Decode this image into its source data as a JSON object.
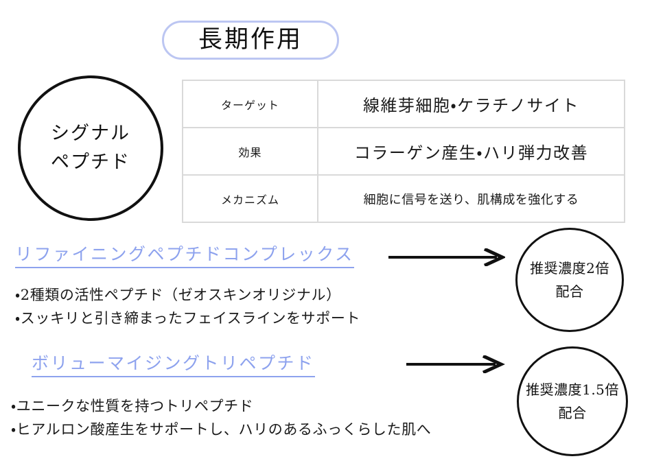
{
  "title": {
    "text": "長期作用"
  },
  "badge": {
    "line1": "シグナル",
    "line2": "ペプチド"
  },
  "table": {
    "rows": [
      {
        "label": "ターゲット",
        "value": "線維芽細胞・ケラチノサイト"
      },
      {
        "label": "効果",
        "value": "コラーゲン産生・ハリ弾力改善"
      },
      {
        "label": "メカニズム",
        "value": "細胞に信号を送り、肌構成を強化する"
      }
    ]
  },
  "sections": [
    {
      "heading": "リファイニングペプチドコンプレックス",
      "bullets": [
        "・2種類の活性ペプチド（ゼオスキンオリジナル）",
        "・スッキリと引き締まったフェイスラインをサポート"
      ],
      "result": {
        "line1": "推奨濃度2倍",
        "line2": "配合"
      }
    },
    {
      "heading": "ボリューマイジングトリペプチド",
      "bullets": [
        "・ユニークな性質を持つトリペプチド",
        "・ヒアルロン酸産生をサポートし、ハリのあるふっくらした肌へ"
      ],
      "result": {
        "line1": "推奨濃度1.5倍",
        "line2": "配合"
      }
    }
  ],
  "colors": {
    "accent_blue": "#8da2ee",
    "pill_border": "#bcc6f2",
    "table_border": "#d9d9d9",
    "ink": "#111111",
    "background": "#ffffff"
  }
}
